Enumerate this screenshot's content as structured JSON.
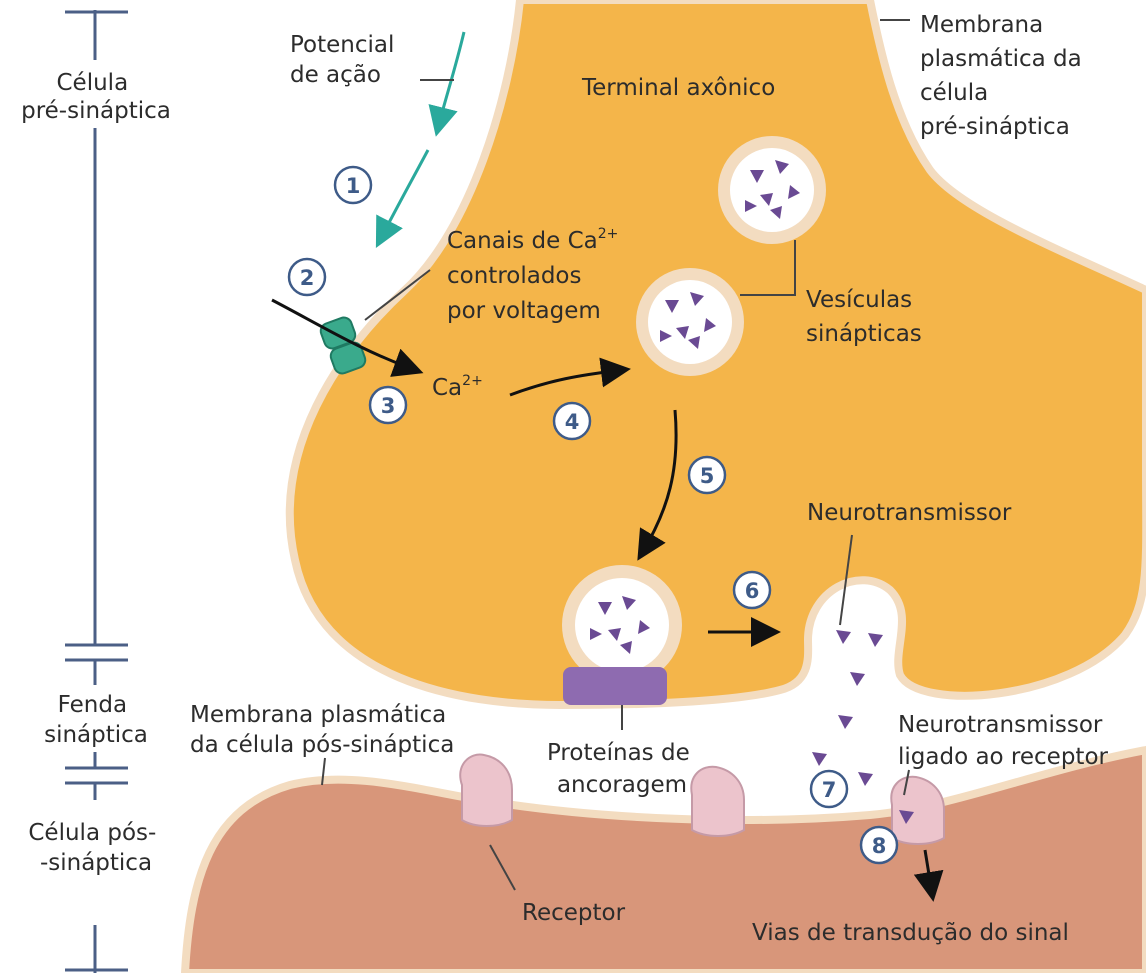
{
  "labels": {
    "cell_pre": [
      "Célula",
      "pré-sináptica"
    ],
    "cleft": [
      "Fenda",
      "sináptica"
    ],
    "cell_post": [
      "Célula pós-",
      "-sináptica"
    ],
    "action_potential": [
      "Potencial",
      "de ação"
    ],
    "axon_terminal": "Terminal axônico",
    "pre_membrane": [
      "Membrana",
      "plasmática da",
      "célula",
      "pré-sináptica"
    ],
    "ca_channels": [
      "Canais de Ca",
      "controlados",
      "por voltagem"
    ],
    "ca_base": "Ca",
    "ca_charge": "2+",
    "vesicles": [
      "Vesículas",
      "sinápticas"
    ],
    "neurotransmitter": "Neurotransmissor",
    "bound_nt": [
      "Neurotransmissor",
      "ligado ao receptor"
    ],
    "post_membrane": [
      "Membrana plasmática",
      "da célula pós-sináptica"
    ],
    "anchoring": [
      "Proteínas de",
      "ancoragem"
    ],
    "receptor": "Receptor",
    "transduction": "Vias de transdução do sinal"
  },
  "steps": [
    "1",
    "2",
    "3",
    "4",
    "5",
    "6",
    "7",
    "8"
  ],
  "colors": {
    "terminal_fill": "#f4b54a",
    "membrane": "#f3dcc0",
    "post_fill": "#d8967a",
    "nt_purple": "#6a4a93",
    "arrow_teal": "#2aa99c",
    "step_blue": "#3e5b88",
    "scale_blue": "#4b5f86",
    "channel_green": "#3aaa8c",
    "anchor_purple": "#8e6bb0",
    "receptor_pink": "#ecc4cc"
  }
}
